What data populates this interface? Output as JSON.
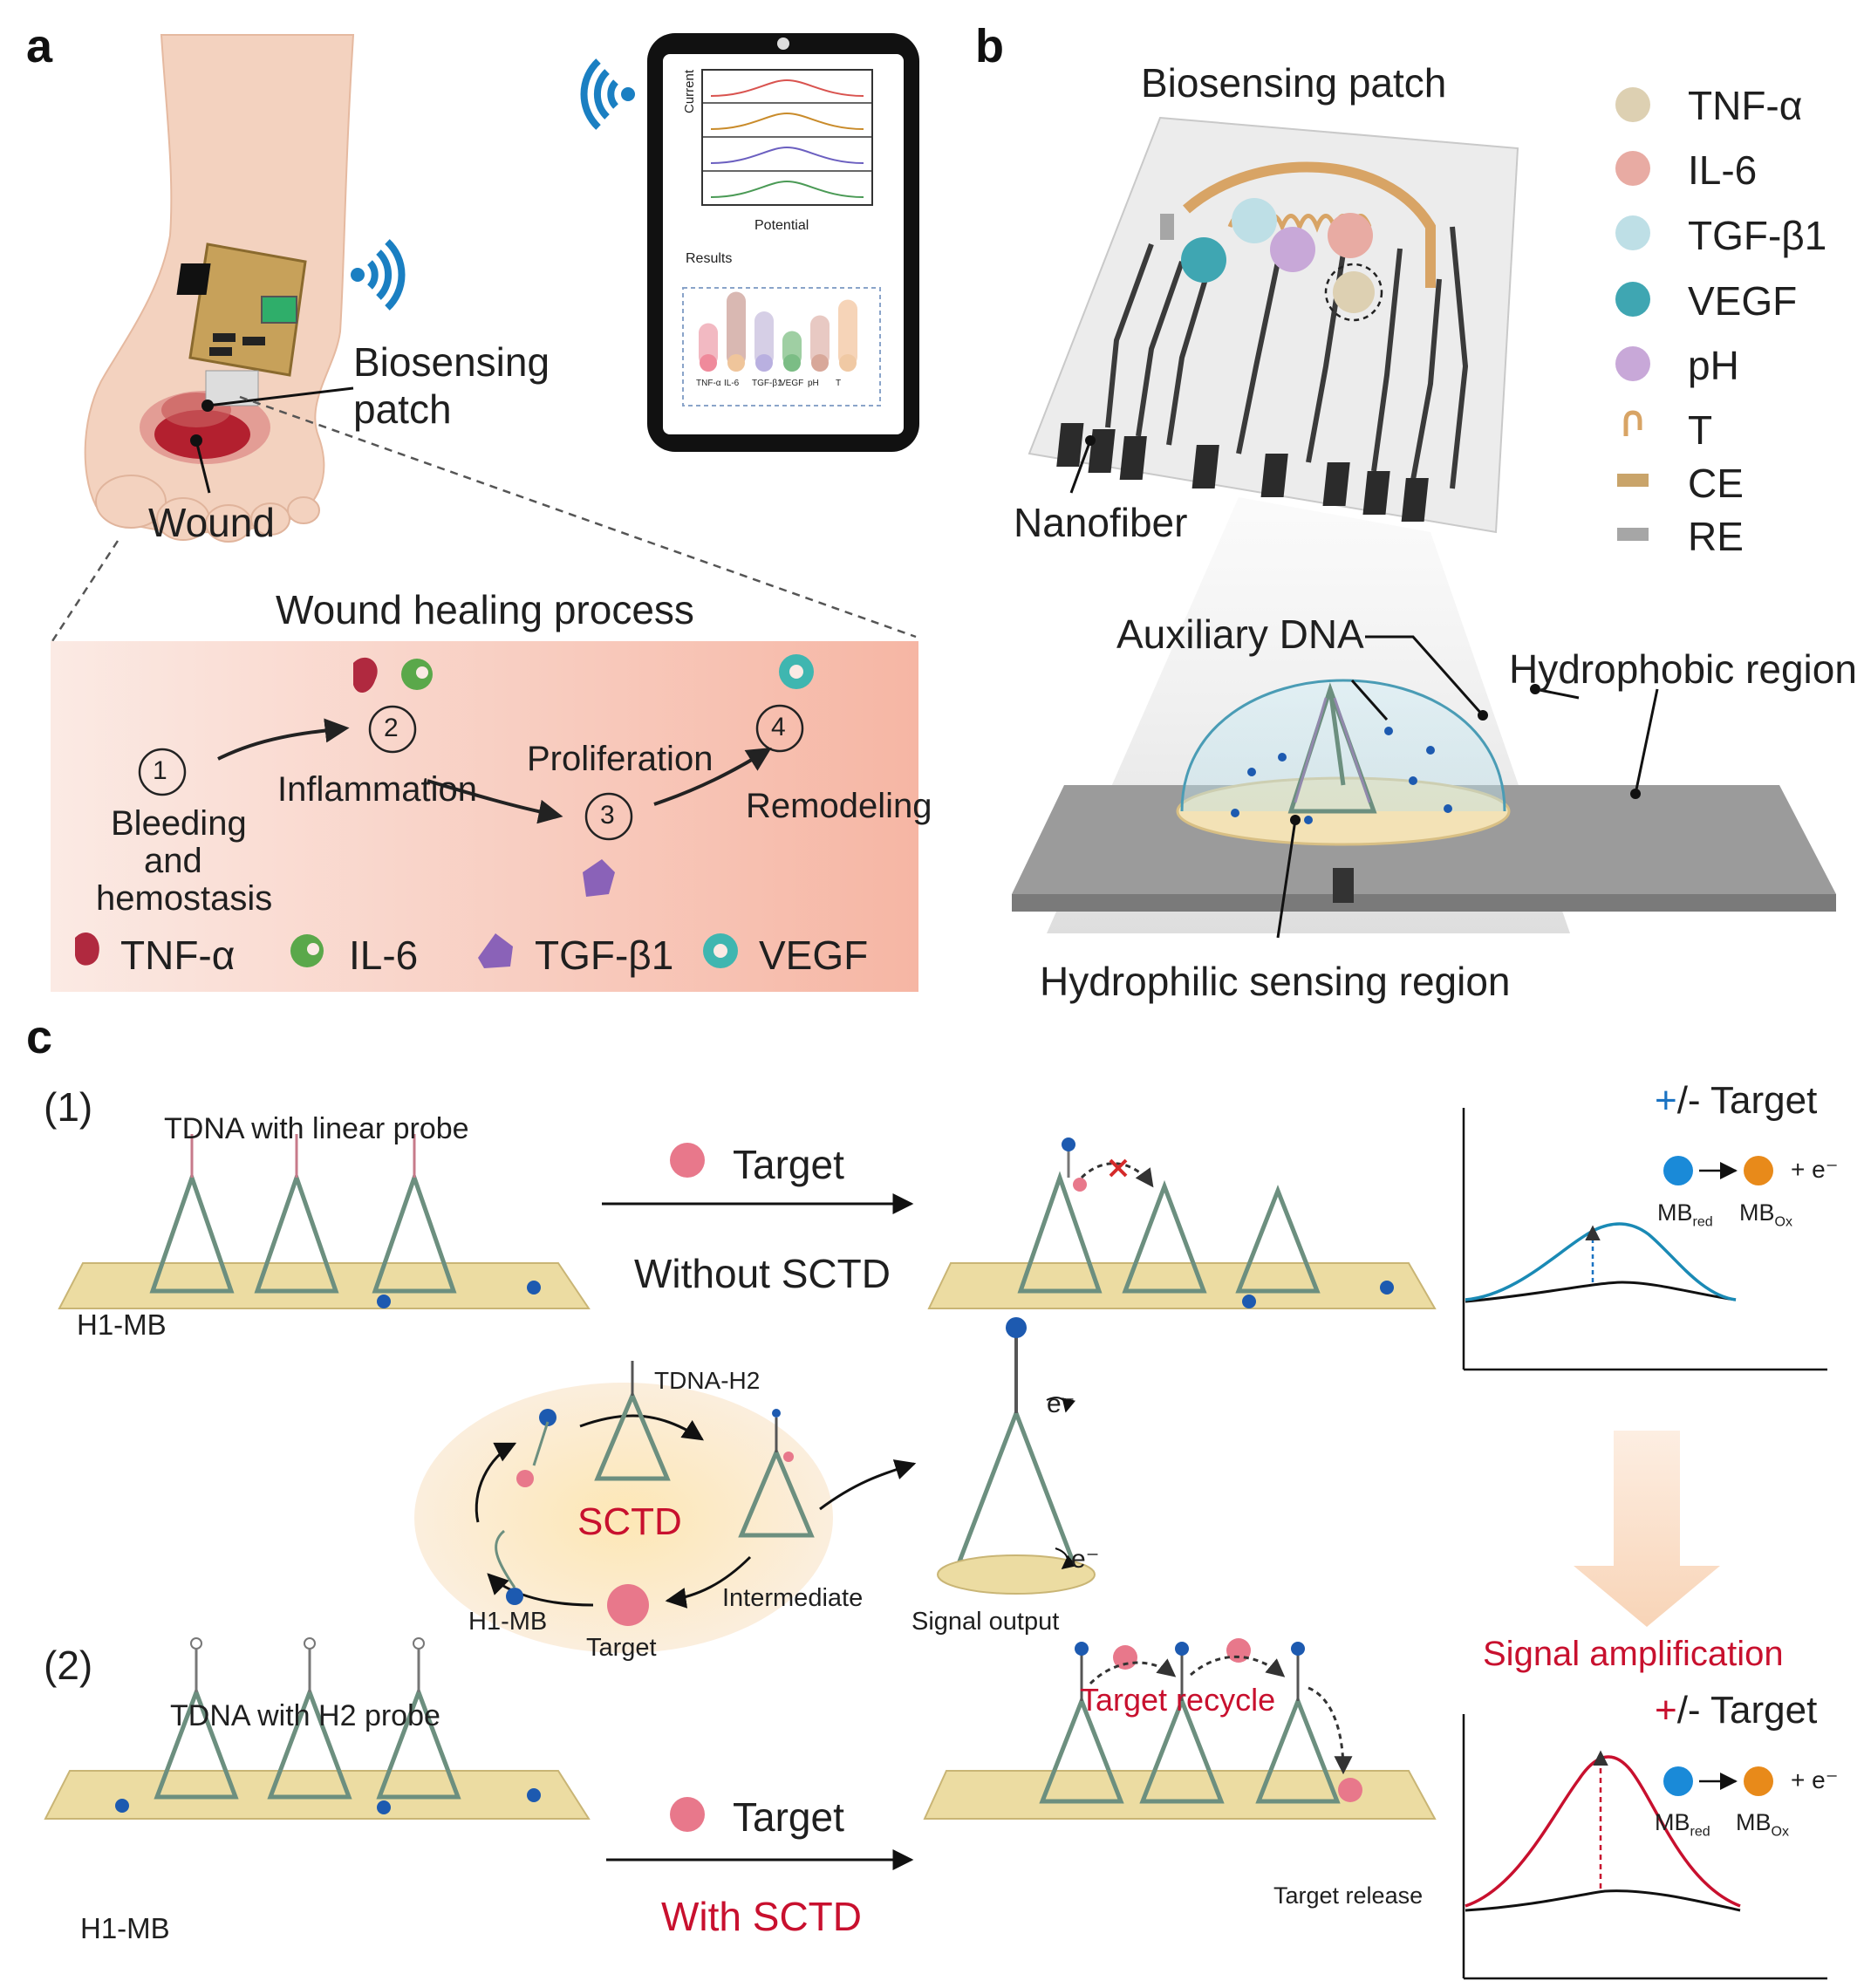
{
  "panels": {
    "a": "a",
    "b": "b",
    "c": "c"
  },
  "panel_a": {
    "patch_label_line1": "Biosensing",
    "patch_label_line2": "patch",
    "wound_label": "Wound",
    "tablet": {
      "axis_y": "Current",
      "axis_x": "Potential",
      "results_title": "Results",
      "bar_labels": [
        "TNF-α",
        "IL-6",
        "TGF-β1",
        "VEGF",
        "pH",
        "T"
      ],
      "bar_values": [
        0.55,
        0.95,
        0.7,
        0.45,
        0.65,
        0.85
      ],
      "bar_colors": [
        "#f2b9c2",
        "#d9b8b2",
        "#d6cfe6",
        "#9fcfa3",
        "#e8c9c3",
        "#f6d4b8"
      ],
      "dot_colors": [
        "#ef8a9b",
        "#efc59b",
        "#b9b0e0",
        "#7bbd85",
        "#d8a89a",
        "#f0c9a4"
      ],
      "curve_colors": [
        "#d9534f",
        "#c98b2a",
        "#6b5fc0",
        "#4a9a55"
      ]
    },
    "process_title": "Wound healing process",
    "steps": [
      {
        "num": "1",
        "label_lines": [
          "Bleeding",
          "and",
          "hemostasis"
        ]
      },
      {
        "num": "2",
        "label_lines": [
          "Inflammation"
        ]
      },
      {
        "num": "3",
        "label_lines": [
          "Proliferation"
        ]
      },
      {
        "num": "4",
        "label_lines": [
          "Remodeling"
        ]
      }
    ],
    "legend": [
      {
        "label": "TNF-α",
        "icon": "tnf-alpha-icon",
        "color": "#b0293f"
      },
      {
        "label": "IL-6",
        "icon": "il6-icon",
        "color": "#5aa84a"
      },
      {
        "label": "TGF-β1",
        "icon": "tgf-beta1-icon",
        "color": "#8a62b8"
      },
      {
        "label": "VEGF",
        "icon": "vegf-icon",
        "color": "#3fb6b0"
      }
    ]
  },
  "panel_b": {
    "patch_title": "Biosensing patch",
    "nanofiber_label": "Nanofiber",
    "legend": [
      {
        "label": "TNF-α",
        "color": "#ddd0b2",
        "shape": "circle"
      },
      {
        "label": "IL-6",
        "color": "#e8aba3",
        "shape": "circle"
      },
      {
        "label": "TGF-β1",
        "color": "#bedfe6",
        "shape": "circle"
      },
      {
        "label": "VEGF",
        "color": "#3fa6b2",
        "shape": "circle"
      },
      {
        "label": "pH",
        "color": "#c8a8d8",
        "shape": "circle"
      },
      {
        "label": "T",
        "color": "#d8a465",
        "shape": "serpentine"
      },
      {
        "label": "CE",
        "color": "#c9a46a",
        "shape": "bar"
      },
      {
        "label": "RE",
        "color": "#a6a6a6",
        "shape": "bar"
      }
    ],
    "auxiliary_dna": "Auxiliary DNA",
    "hydrophobic": "Hydrophobic region",
    "hydrophilic": "Hydrophilic sensing region"
  },
  "panel_c": {
    "row1": {
      "num": "(1)",
      "left_title": "TDNA with linear probe",
      "h1_label": "H1-MB",
      "arrow_top": "Target",
      "arrow_bottom": "Without SCTD"
    },
    "cycle": {
      "center": "SCTD",
      "tdna_h2": "TDNA-H2",
      "intermediate": "Intermediate",
      "target": "Target",
      "h1mb": "H1-MB",
      "signal_output": "Signal output",
      "e1": "e⁻",
      "e2": "e⁻"
    },
    "row2": {
      "num": "(2)",
      "left_title": "TDNA with H2 probe",
      "h1_label": "H1-MB",
      "arrow_top": "Target",
      "arrow_bottom": "With SCTD",
      "recycle": "Target recycle",
      "release": "Target release"
    },
    "graph1": {
      "plus": "+",
      "title": "/- Target",
      "mbred": "MB",
      "mbred_sub": "red",
      "mbox": "MB",
      "mbox_sub": "Ox",
      "electron": "+ e⁻"
    },
    "amplification": "Signal amplification",
    "graph2": {
      "plus": "+",
      "title": "/- Target",
      "mbred": "MB",
      "mbred_sub": "red",
      "mbox": "MB",
      "mbox_sub": "Ox",
      "electron": "+ e⁻"
    }
  }
}
